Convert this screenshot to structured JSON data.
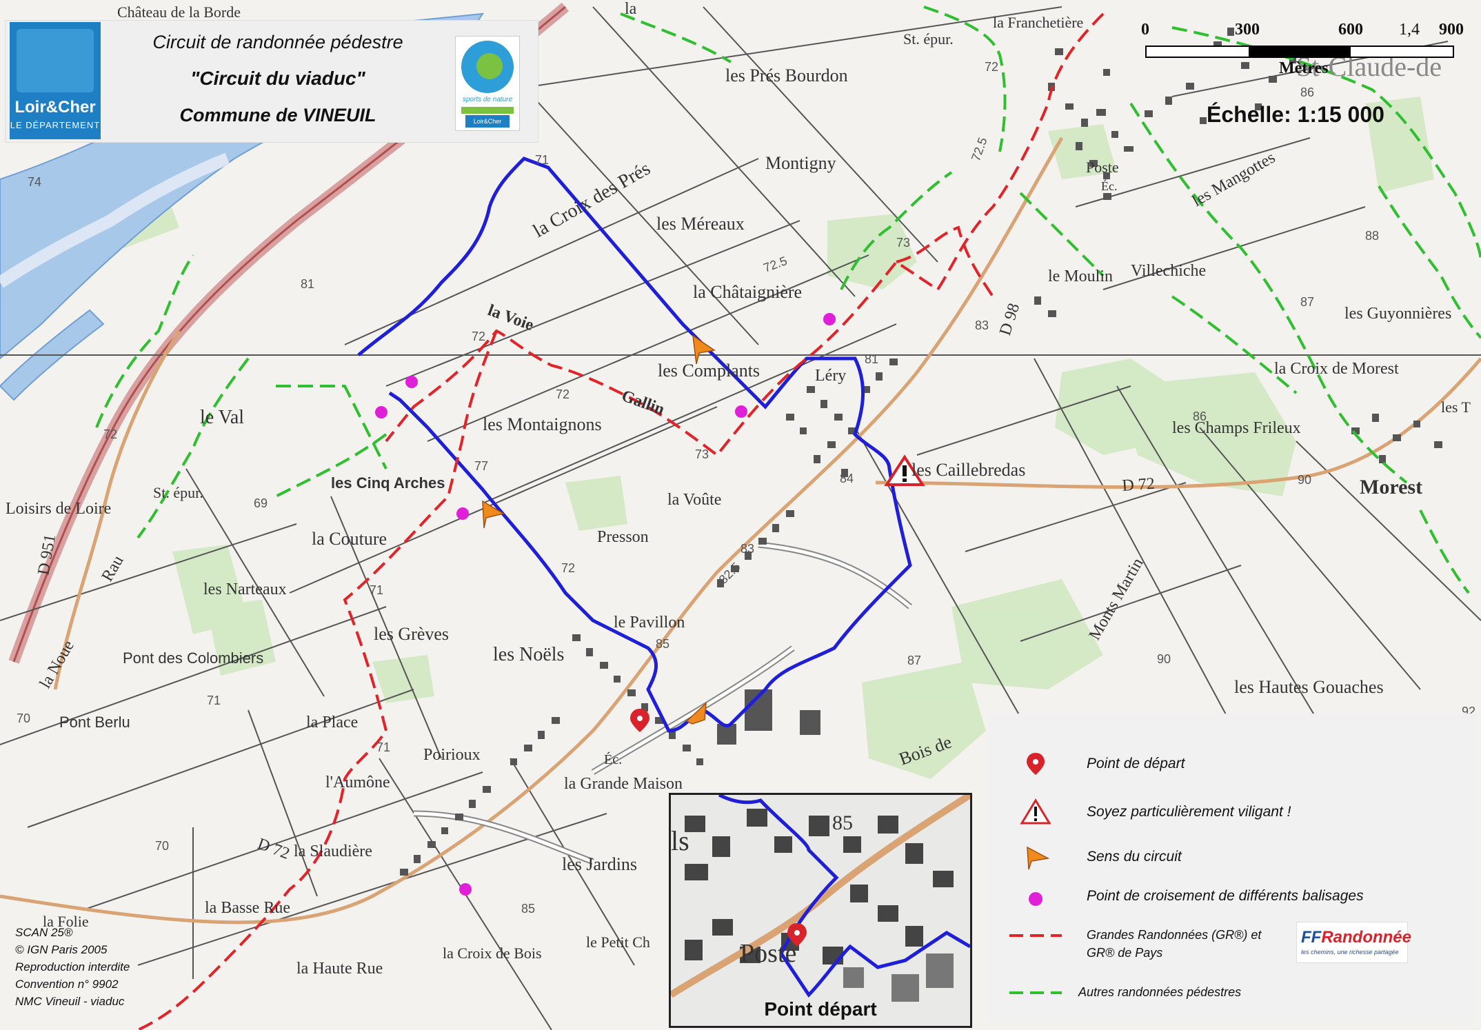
{
  "header": {
    "line1": "Circuit de randonnée pédestre",
    "line2": "\"Circuit du viaduc\"",
    "line3": "Commune de VINEUIL",
    "logo_left": {
      "brand": "Loir&Cher",
      "sub": "LE DÉPARTEMENT"
    },
    "logo_right": {
      "tagline": "sports de nature",
      "badge": "Loir&Cher"
    }
  },
  "scale": {
    "ticks": [
      "0",
      "300",
      "600",
      "900"
    ],
    "extra_tick": "1,4",
    "unit": "Mètres",
    "label": "Échelle: 1:15 000"
  },
  "places": {
    "chateau": "Château de la Borde",
    "franchetiere": "la Franchetière",
    "st_epur_top": "St. épur.",
    "st_claude": "St-Claude-de",
    "pres_bourdon": "les Prés Bourdon",
    "montigny": "Montigny",
    "croix_pres": "la Croix des Prés",
    "mereaux": "les Méreaux",
    "chataigniere": "la Châtaignière",
    "poste_top": "Poste",
    "ec_top": "Éc.",
    "mangottes": "les Mangottes",
    "moulin": "le Moulin",
    "villechiche": "Villechiche",
    "guyonnieres": "les Guyonnières",
    "voie": "la Voie",
    "gallin": "Gallin",
    "complants": "les Complants",
    "lery": "Léry",
    "croix_morest": "la Croix de Morest",
    "le_val": "le Val",
    "montaignons": "les Montaignons",
    "champs_frileux": "les Champs Frileux",
    "caillebredas": "les Caillebredas",
    "les_t": "les T",
    "cinq_arches": "les Cinq Arches",
    "st_epur_left": "St. épur.",
    "la_voute": "la Voûte",
    "morest": "Morest",
    "loisirs_loire": "Loisirs de Loire",
    "couture": "la Couture",
    "presson": "Presson",
    "narteaux": "les Narteaux",
    "rau": "Rau",
    "monts_martin": "Monts Martin",
    "pavillon": "le Pavillon",
    "greves": "les Grèves",
    "noels": "les Noëls",
    "pont_colombiers": "Pont des Colombiers",
    "noue": "la Noue",
    "hautes_gouaches": "les Hautes Gouaches",
    "bois_de": "Bois de",
    "pont_berlu": "Pont Berlu",
    "la_place": "la Place",
    "poirioux": "Poirioux",
    "poste_mid": "Poste",
    "aumone": "l'Aumône",
    "ec_mid": "Éc.",
    "grande_maison": "la Grande Maison",
    "la": "la",
    "slaudiere": "la Slaudière",
    "jardins": "les Jardins",
    "basse_rue": "la Basse Rue",
    "folie": "la Folie",
    "petit_ch": "le Petit Ch",
    "haute_rue": "la Haute Rue",
    "croix_bois": "la Croix de Bois"
  },
  "roads": {
    "d98": "D 98",
    "d72_east": "D 72",
    "d72_west": "D 72",
    "d951": "D 951"
  },
  "altitudes": {
    "a72n": "72",
    "a71n": "71",
    "a72_5a": "72.5",
    "a86": "86",
    "a73a": "73",
    "a74": "74",
    "a81": "81",
    "a72_5b": "72.5",
    "a83": "83",
    "a88": "88",
    "a72a": "72",
    "a72b": "72",
    "a81b": "81",
    "a87a": "87",
    "a72c": "72",
    "a73b": "73",
    "a86b": "86",
    "a84": "84",
    "a77": "77",
    "a90a": "90",
    "a69": "69",
    "a83b": "83",
    "a72d": "72",
    "a82_5": "82.5",
    "a71a": "71",
    "a85a": "85",
    "a87b": "87",
    "a90b": "90",
    "a71b": "71",
    "a70a": "70",
    "a71c": "71",
    "a70b": "70",
    "a85b": "85",
    "a92": "92"
  },
  "inset": {
    "label": "Point départ",
    "alt": "85",
    "poste": "Poste",
    "s": "ls"
  },
  "legend": {
    "depart": "Point de départ",
    "vigilant": "Soyez particulièrement viligant !",
    "sens": "Sens du circuit",
    "croisement": "Point de croisement de différents balisages",
    "gr_line1": "Grandes Randonnées (GR®) et",
    "gr_line2": "GR® de Pays",
    "autres": "Autres randonnées pédestres",
    "ffr_brand_ff": "FF",
    "ffr_brand_rest": "Randonnée",
    "ffr_tag": "les chemins, une richesse partagée"
  },
  "credits": {
    "l1": "SCAN 25®",
    "l2": "© IGN Paris 2005",
    "l3": "Reproduction interdite",
    "l4": "Convention n° 9902",
    "l5": "NMC Vineuil - viaduc"
  },
  "colors": {
    "route": "#1f1fd8",
    "gr": "#e0242a",
    "other_trail": "#2fbf2f",
    "river": "#8fb6e0",
    "crossing": "#e020d8",
    "arrow": "#f08a1c",
    "start_pin": "#d8232a"
  }
}
